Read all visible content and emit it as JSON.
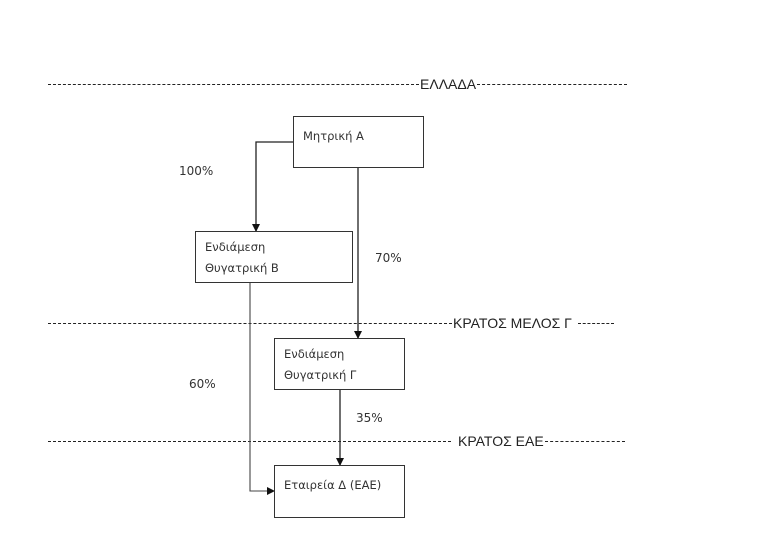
{
  "borders": [
    {
      "id": "greece",
      "label": "ΕΛΛΑΔΑ"
    },
    {
      "id": "member-state-c",
      "label": "ΚΡΑΤΟΣ ΜΕΛΟΣ Γ"
    },
    {
      "id": "eae-state",
      "label": "ΚΡΑΤΟΣ ΕΑΕ"
    }
  ],
  "entities": {
    "parent_a": {
      "line1": "Μητρική Α",
      "line2": ""
    },
    "subsidiary_b": {
      "line1": "Ενδιάμεση",
      "line2": "Θυγατρική Β"
    },
    "subsidiary_c": {
      "line1": "Ενδιάμεση",
      "line2": "Θυγατρική Γ"
    },
    "company_d": {
      "line1": "Εταιρεία Δ (ΕΑΕ)",
      "line2": ""
    }
  },
  "ownership": {
    "a_to_b": "100%",
    "a_to_c": "70%",
    "b_to_d": "60%",
    "c_to_d": "35%"
  }
}
